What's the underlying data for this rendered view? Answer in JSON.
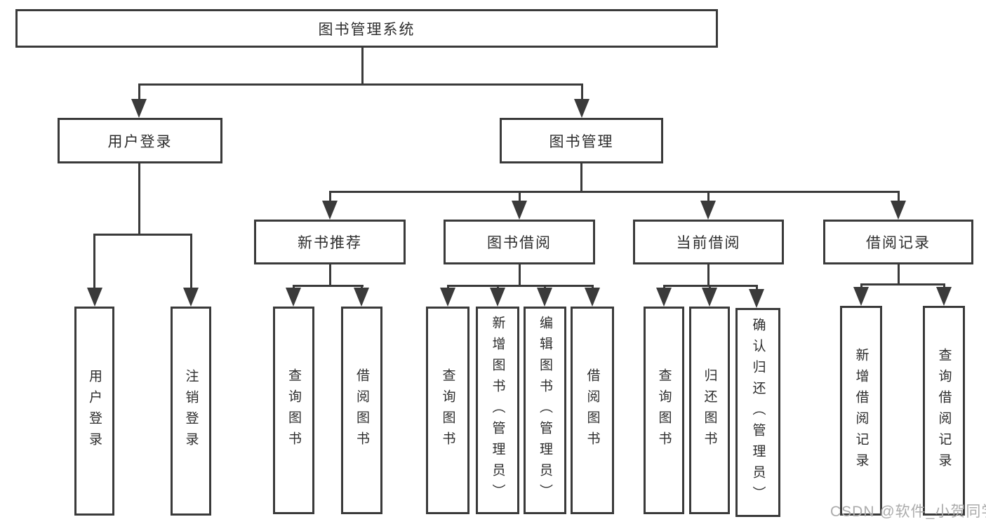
{
  "tree": {
    "label": "图书管理系统",
    "children": [
      {
        "label": "用户登录",
        "children": [
          {
            "label": "用户登录"
          },
          {
            "label": "注销登录"
          }
        ]
      },
      {
        "label": "图书管理",
        "children": [
          {
            "label": "新书推荐",
            "children": [
              {
                "label": "查询图书"
              },
              {
                "label": "借阅图书"
              }
            ]
          },
          {
            "label": "图书借阅",
            "children": [
              {
                "label": "查询图书"
              },
              {
                "label": "新增图书（管理员）"
              },
              {
                "label": "编辑图书（管理员）"
              },
              {
                "label": "借阅图书"
              }
            ]
          },
          {
            "label": "当前借阅",
            "children": [
              {
                "label": "查询图书"
              },
              {
                "label": "归还图书"
              },
              {
                "label": "确认归还（管理员）"
              }
            ]
          },
          {
            "label": "借阅记录",
            "children": [
              {
                "label": "新增借阅记录"
              },
              {
                "label": "查询借阅记录"
              }
            ]
          }
        ]
      }
    ]
  },
  "watermark": "CSDN @软件_小贺同学",
  "colors": {
    "line": "#3a3a3a",
    "text": "#2d2d2d",
    "watermark": "#ababab",
    "background": "#ffffff"
  }
}
